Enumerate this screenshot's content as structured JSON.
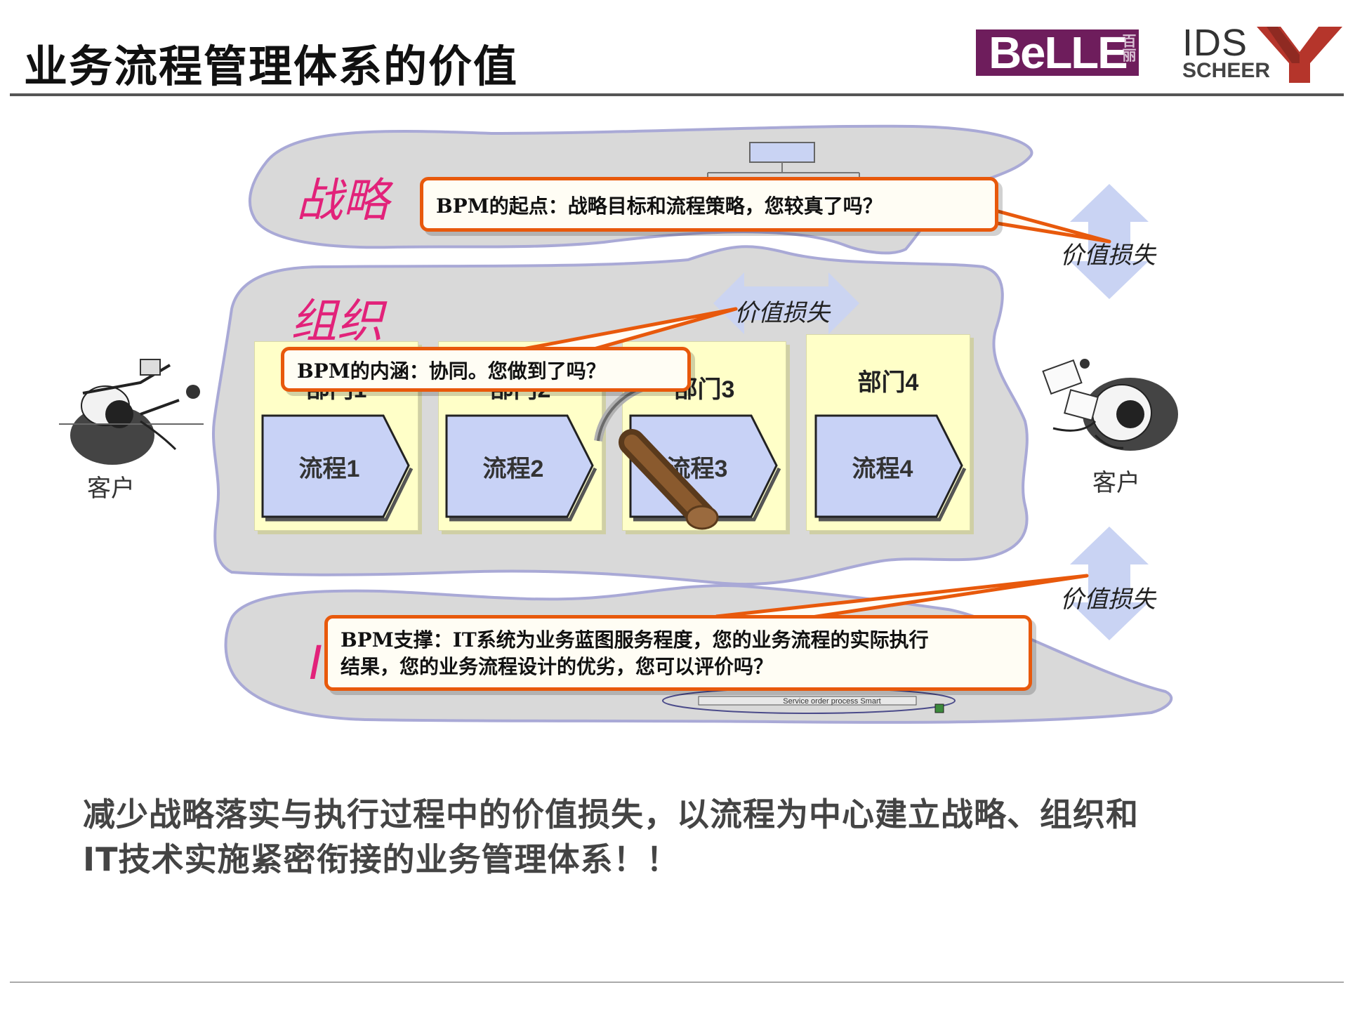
{
  "title": "业务流程管理体系的价值",
  "logos": {
    "belle": "BeLLE",
    "belle_cn": "百丽",
    "ids": "IDS",
    "scheer": "SCHEER"
  },
  "layers": {
    "strategy": "战略",
    "organization": "组织",
    "it": "I"
  },
  "departments": [
    {
      "label": "部门1",
      "process": "流程1"
    },
    {
      "label": "部门2",
      "process": "流程2"
    },
    {
      "label": "部门3",
      "process": "流程3"
    },
    {
      "label": "部门4",
      "process": "流程4"
    }
  ],
  "callouts": {
    "strategy": "BPM的起点：战略目标和流程策略，您较真了吗？",
    "organization": "BPM的内涵：协同。您做到了吗？",
    "it_line1": "BPM支撑：IT系统为业务蓝图服务程度，您的业务流程的实际执行",
    "it_line2": "结果，您的业务流程设计的优劣，您可以评价吗？"
  },
  "value_loss": {
    "top": "价值损失",
    "middle": "价值损失",
    "bottom": "价值损失"
  },
  "customers": {
    "left": "客户",
    "right": "客户"
  },
  "it_process_label": "Service order process Smart",
  "summary": {
    "line1": "减少战略落实与执行过程中的价值损失，以流程为中心建立战略、组织和",
    "line2": "IT技术实施紧密衔接的业务管理体系！！"
  },
  "colors": {
    "layer_fill": "#d9d9d9",
    "layer_stroke": "#a9a9d6",
    "layer_label": "#e2227a",
    "callout_border": "#e8590c",
    "arrow_fill": "#c9d3f3",
    "process_fill": "#c8d2f6",
    "dept_fill": "#ffffc8",
    "belle_bg": "#6e1d5c",
    "y_logo": "#b5352b"
  }
}
